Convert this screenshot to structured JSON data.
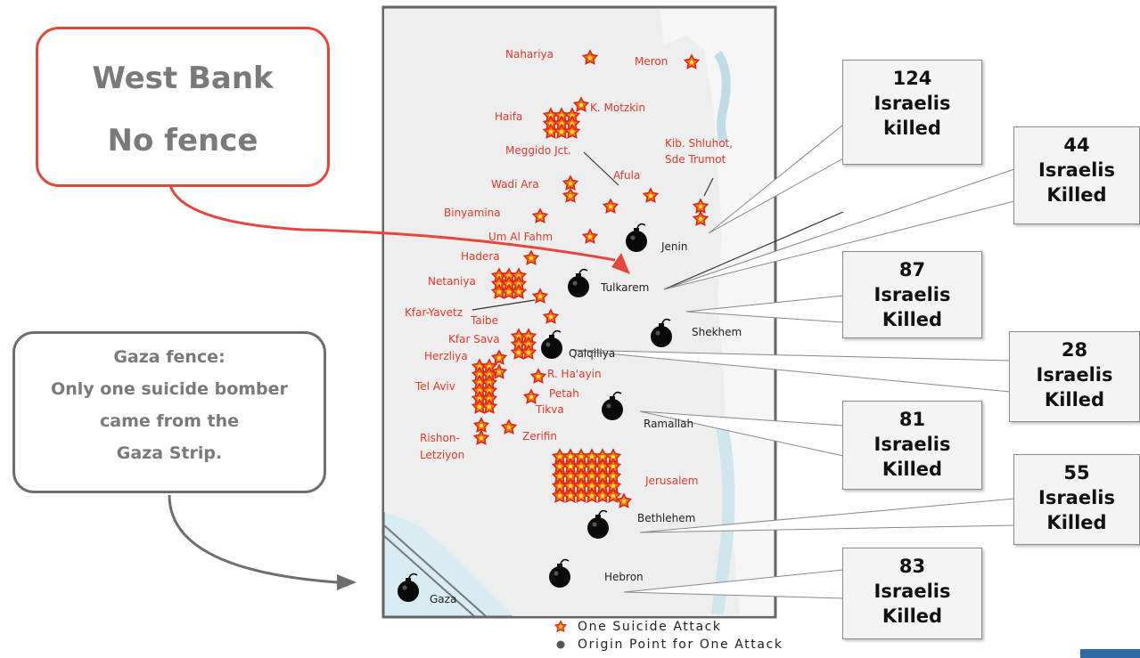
{
  "colors": {
    "red_callout": "#e8463c",
    "gray_callout": "#6e6e6e",
    "city_label": "#e03a2a",
    "attack_icon": "#ff7a00",
    "sea": "#d7ecf3",
    "land": "#eeeeee"
  },
  "callouts": {
    "west_bank": [
      "West Bank",
      "No fence"
    ],
    "gaza": [
      "Gaza fence:",
      "Only one suicide bomber",
      "came from the",
      "Gaza Strip."
    ]
  },
  "attack_locations": [
    "Nahariya",
    "Meron",
    "K. Motzkin",
    "Haifa",
    "Meggido Jct.",
    "Kib. Shluhot,",
    "Sde Trumot",
    "Afula",
    "Wadi Ara",
    "Binyamina",
    "Um Al Fahm",
    "Hadera",
    "Netaniya",
    "Kfar-Yavetz",
    "Taibe",
    "Kfar Sava",
    "Herzliya",
    "R. Ha'ayin",
    "Tel Aviv",
    "Petah",
    "Tikva",
    "Rishon-",
    "Letziyon",
    "Zerifin",
    "Jerusalem"
  ],
  "origin_points": [
    "Jenin",
    "Tulkarem",
    "Shekhem",
    "Qalqiliya",
    "Ramallah",
    "Bethlehem",
    "Hebron",
    "Gaza"
  ],
  "casualty_boxes": [
    [
      "124",
      "Israelis",
      "killed"
    ],
    [
      "44",
      "Israelis",
      "Killed"
    ],
    [
      "87",
      "Israelis",
      "Killed"
    ],
    [
      "28",
      "Israelis",
      "Killed"
    ],
    [
      "81",
      "Israelis",
      "Killed"
    ],
    [
      "55",
      "Israelis",
      "Killed"
    ],
    [
      "83",
      "Israelis",
      "Killed"
    ]
  ],
  "legend": {
    "attack": "One Suicide Attack",
    "origin": "Origin Point for One Attack"
  }
}
